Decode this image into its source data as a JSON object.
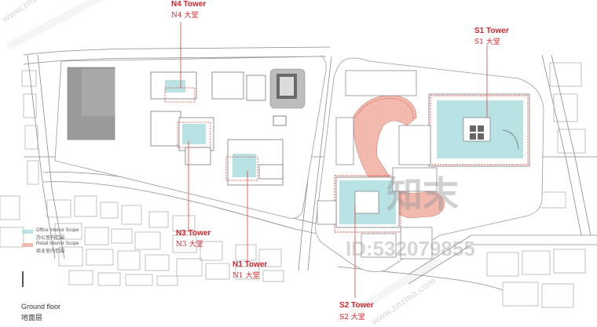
{
  "colors": {
    "office_scope": "#b9e2e4",
    "retail_scope": "#f2b9ae",
    "dash_red": "#e0433a",
    "label_red": "#d2232a",
    "building_gray": "#9a9a9a",
    "line_gray": "#8a8a8a"
  },
  "towers": {
    "n4": {
      "name_en": "N4 Tower",
      "name_cn": "N4 大堂"
    },
    "s1": {
      "name_en": "S1 Tower",
      "name_cn": "S1 大堂"
    },
    "s2": {
      "name_en": "S2 Tower",
      "name_cn": "S2 大堂"
    },
    "n3": {
      "name_en": "N3 Tower",
      "name_cn": "N3 大堂"
    },
    "n1": {
      "name_en": "N1 Tower",
      "name_cn": "N1 大堂"
    }
  },
  "legend": {
    "office_en": "Office Interior Scope",
    "office_cn": "办公室内范围",
    "retail_en": "Retail Interior Scope",
    "retail_cn": "商业室内范围"
  },
  "caption": {
    "en": "Ground floor",
    "cn": "地面层"
  },
  "watermark": {
    "logo": "知末",
    "id_text": "ID:532079855",
    "side_text": "www.znzmo.com"
  }
}
